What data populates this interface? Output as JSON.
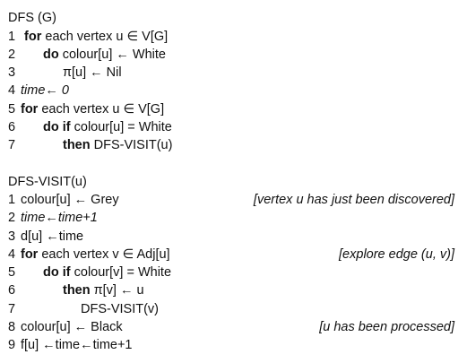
{
  "dfs": {
    "title": "DFS (G)",
    "lines": [
      {
        "num": "1",
        "indent": 0,
        "kw": "for",
        "text": " each vertex u ∈ V[G]"
      },
      {
        "num": "2",
        "indent": 1,
        "kw": "do",
        "text": " colour[u] ← White"
      },
      {
        "num": "3",
        "indent": 2,
        "kw": "",
        "text": "π[u] ← Nil"
      },
      {
        "num": "4",
        "indent": 0,
        "kw": "",
        "text": "time← 0"
      },
      {
        "num": "5",
        "indent": 0,
        "kw": "for",
        "text": " each vertex u ∈ V[G]"
      },
      {
        "num": "6",
        "indent": 1,
        "kw": "do if",
        "text": " colour[u] = White"
      },
      {
        "num": "7",
        "indent": 2,
        "kw": "then",
        "text": " DFS-VISIT(u)"
      }
    ]
  },
  "visit": {
    "title": "DFS-VISIT(u)",
    "lines": [
      {
        "num": "1",
        "indent": 0,
        "kw": "",
        "text": "colour[u] ← Grey",
        "comment": "[vertex u has just been discovered]"
      },
      {
        "num": "2",
        "indent": 0,
        "kw": "",
        "text": "time←time+1",
        "comment": ""
      },
      {
        "num": "3",
        "indent": 0,
        "kw": "",
        "text": "d[u] ←time",
        "comment": ""
      },
      {
        "num": "4",
        "indent": 0,
        "kw": "for",
        "text": " each vertex v ∈ Adj[u]",
        "comment": "[explore edge (u, v)]"
      },
      {
        "num": "5",
        "indent": 1,
        "kw": "do if",
        "text": " colour[v] = White",
        "comment": ""
      },
      {
        "num": "6",
        "indent": 2,
        "kw": "then",
        "text": " π[v] ← u",
        "comment": ""
      },
      {
        "num": "7",
        "indent": 3,
        "kw": "",
        "text": "DFS-VISIT(v)",
        "comment": ""
      },
      {
        "num": "8",
        "indent": 0,
        "kw": "",
        "text": "colour[u] ← Black",
        "comment": "[u has been processed]"
      },
      {
        "num": "9",
        "indent": 0,
        "kw": "",
        "text": "f[u] ←time←time+1",
        "comment": ""
      }
    ]
  }
}
